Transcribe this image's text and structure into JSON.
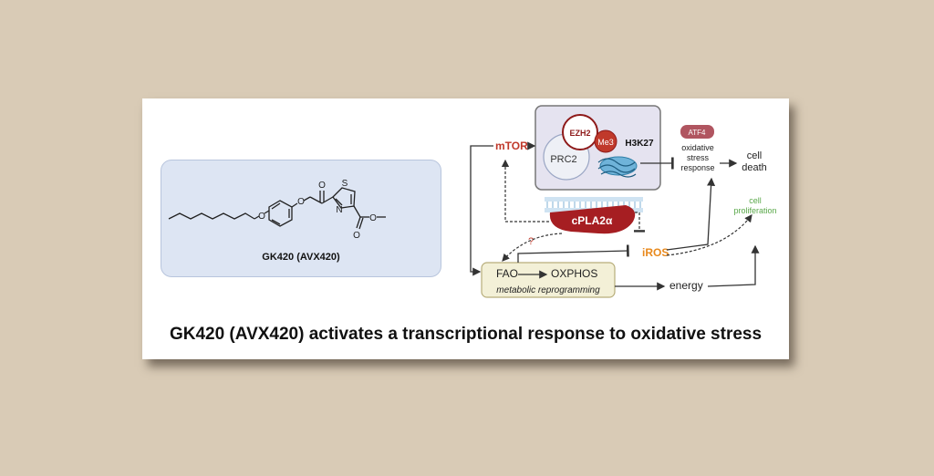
{
  "molecule": {
    "name": "GK420 (AVX420)",
    "atoms": {
      "o_ether1": "O",
      "o_ether2": "O",
      "o_keto": "O",
      "s_ring": "S",
      "n_ring": "N",
      "o_ester1": "O",
      "o_ester2": "O"
    }
  },
  "diagram": {
    "mtor": "mTOR",
    "ezh2": "EZH2",
    "prc2": "PRC2",
    "me3": "Me3",
    "h3k27": "H3K27",
    "atf4": "ATF4",
    "oxidative_stress_response": [
      "oxidative",
      "stress",
      "response"
    ],
    "cell_death": [
      "cell",
      "death"
    ],
    "cell_proliferation": [
      "cell",
      "proliferation"
    ],
    "cpla2a": "cPLA2α",
    "question": "?",
    "iros": "iROS",
    "fao": "FAO",
    "oxphos": "OXPHOS",
    "metabolic_reprogramming": "metabolic reprogramming",
    "energy": "energy"
  },
  "colors": {
    "background": "#d9cbb6",
    "mtor": "#c0392b",
    "dark_red": "#8e1a1a",
    "iros": "#e8891c",
    "green": "#5aa84a",
    "prc2_box": "#e5e3f0",
    "metabolic_box": "#f3f0d7",
    "molecule_box": "#dde5f3"
  },
  "caption": "GK420 (AVX420) activates a transcriptional response to oxidative stress"
}
